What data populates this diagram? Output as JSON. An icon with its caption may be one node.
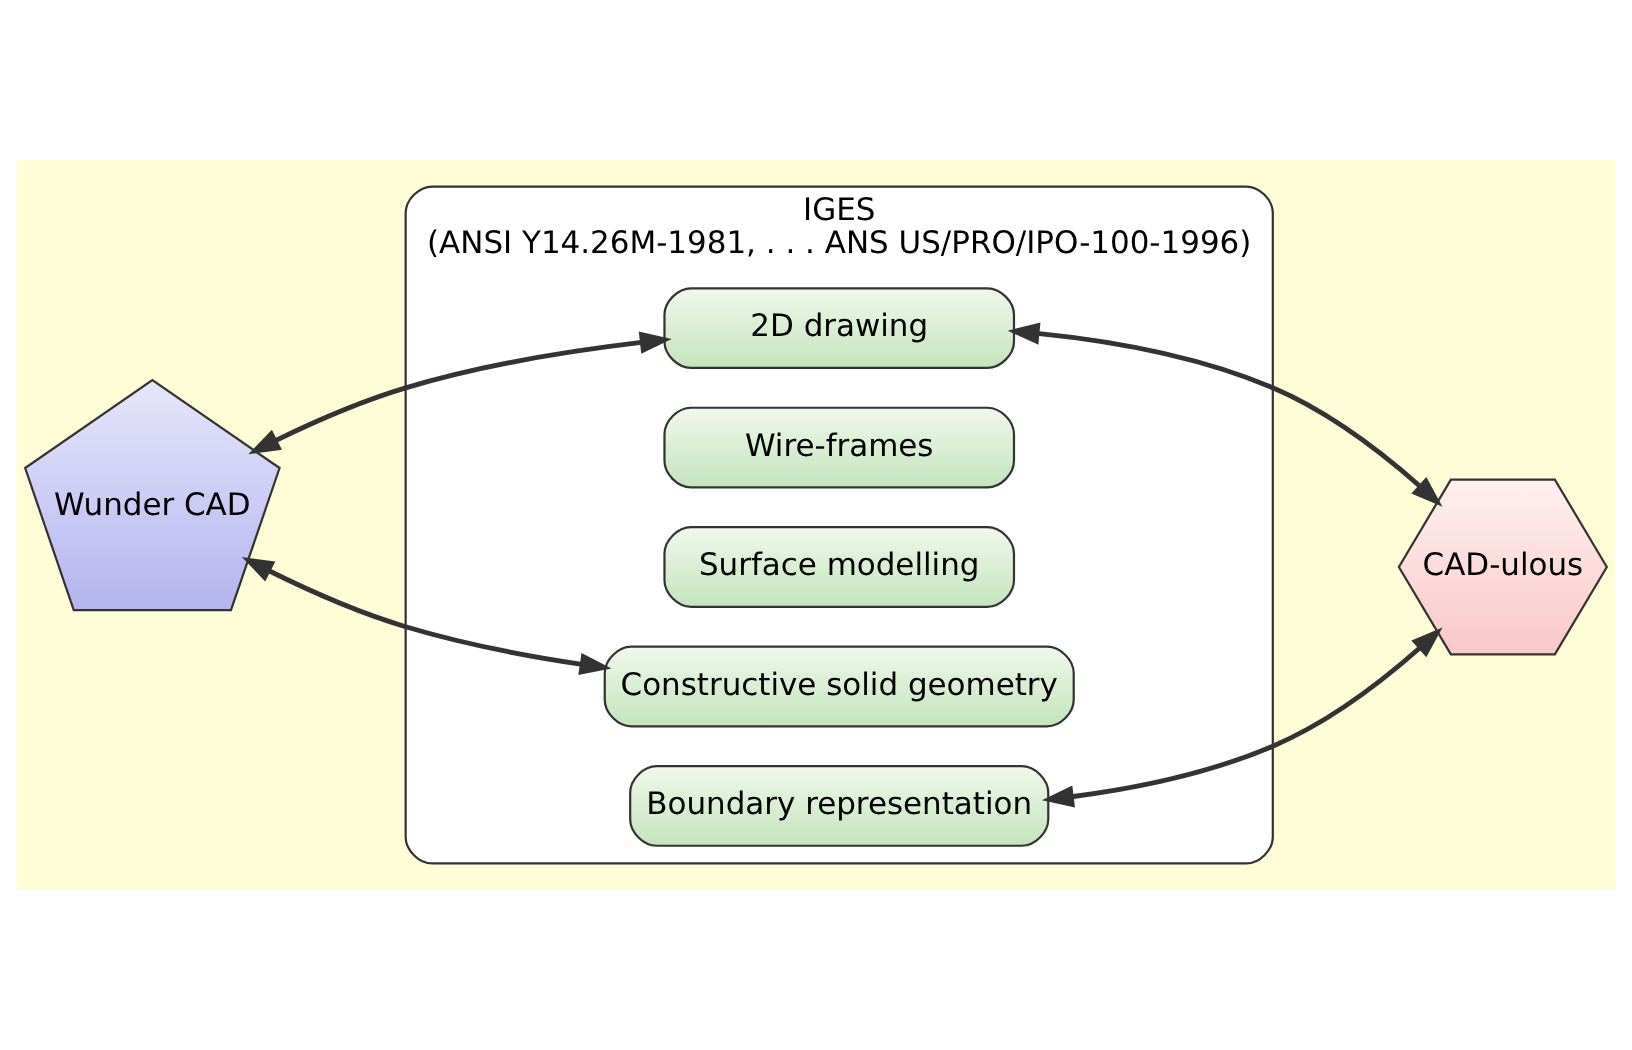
{
  "diagram": {
    "nodes": [
      {
        "text": [
          "Wunder CAD"
        ]
      },
      {
        "text": [
          "IGES",
          "(ANSI Y14.26M-1981, . . . ANS US/PRO/IPO-100-1996)"
        ]
      },
      {
        "text": [
          "2D drawing"
        ],
        "in": 1
      },
      {
        "text": [
          "Wire-frames"
        ],
        "in": 1
      },
      {
        "text": [
          "Surface modelling"
        ],
        "in": 1
      },
      {
        "text": [
          "Constructive solid geometry"
        ],
        "in": 1
      },
      {
        "text": [
          "Boundary representation"
        ],
        "in": 1
      },
      {
        "text": [
          "CAD-ulous"
        ]
      }
    ],
    "edges": [
      {
        "from": 0,
        "to": 2,
        "arrow": "both"
      },
      {
        "from": 0,
        "to": 5,
        "arrow": "both"
      },
      {
        "from": 2,
        "to": 7,
        "arrow": "both"
      },
      {
        "from": 6,
        "to": 7,
        "arrow": "both"
      }
    ]
  }
}
